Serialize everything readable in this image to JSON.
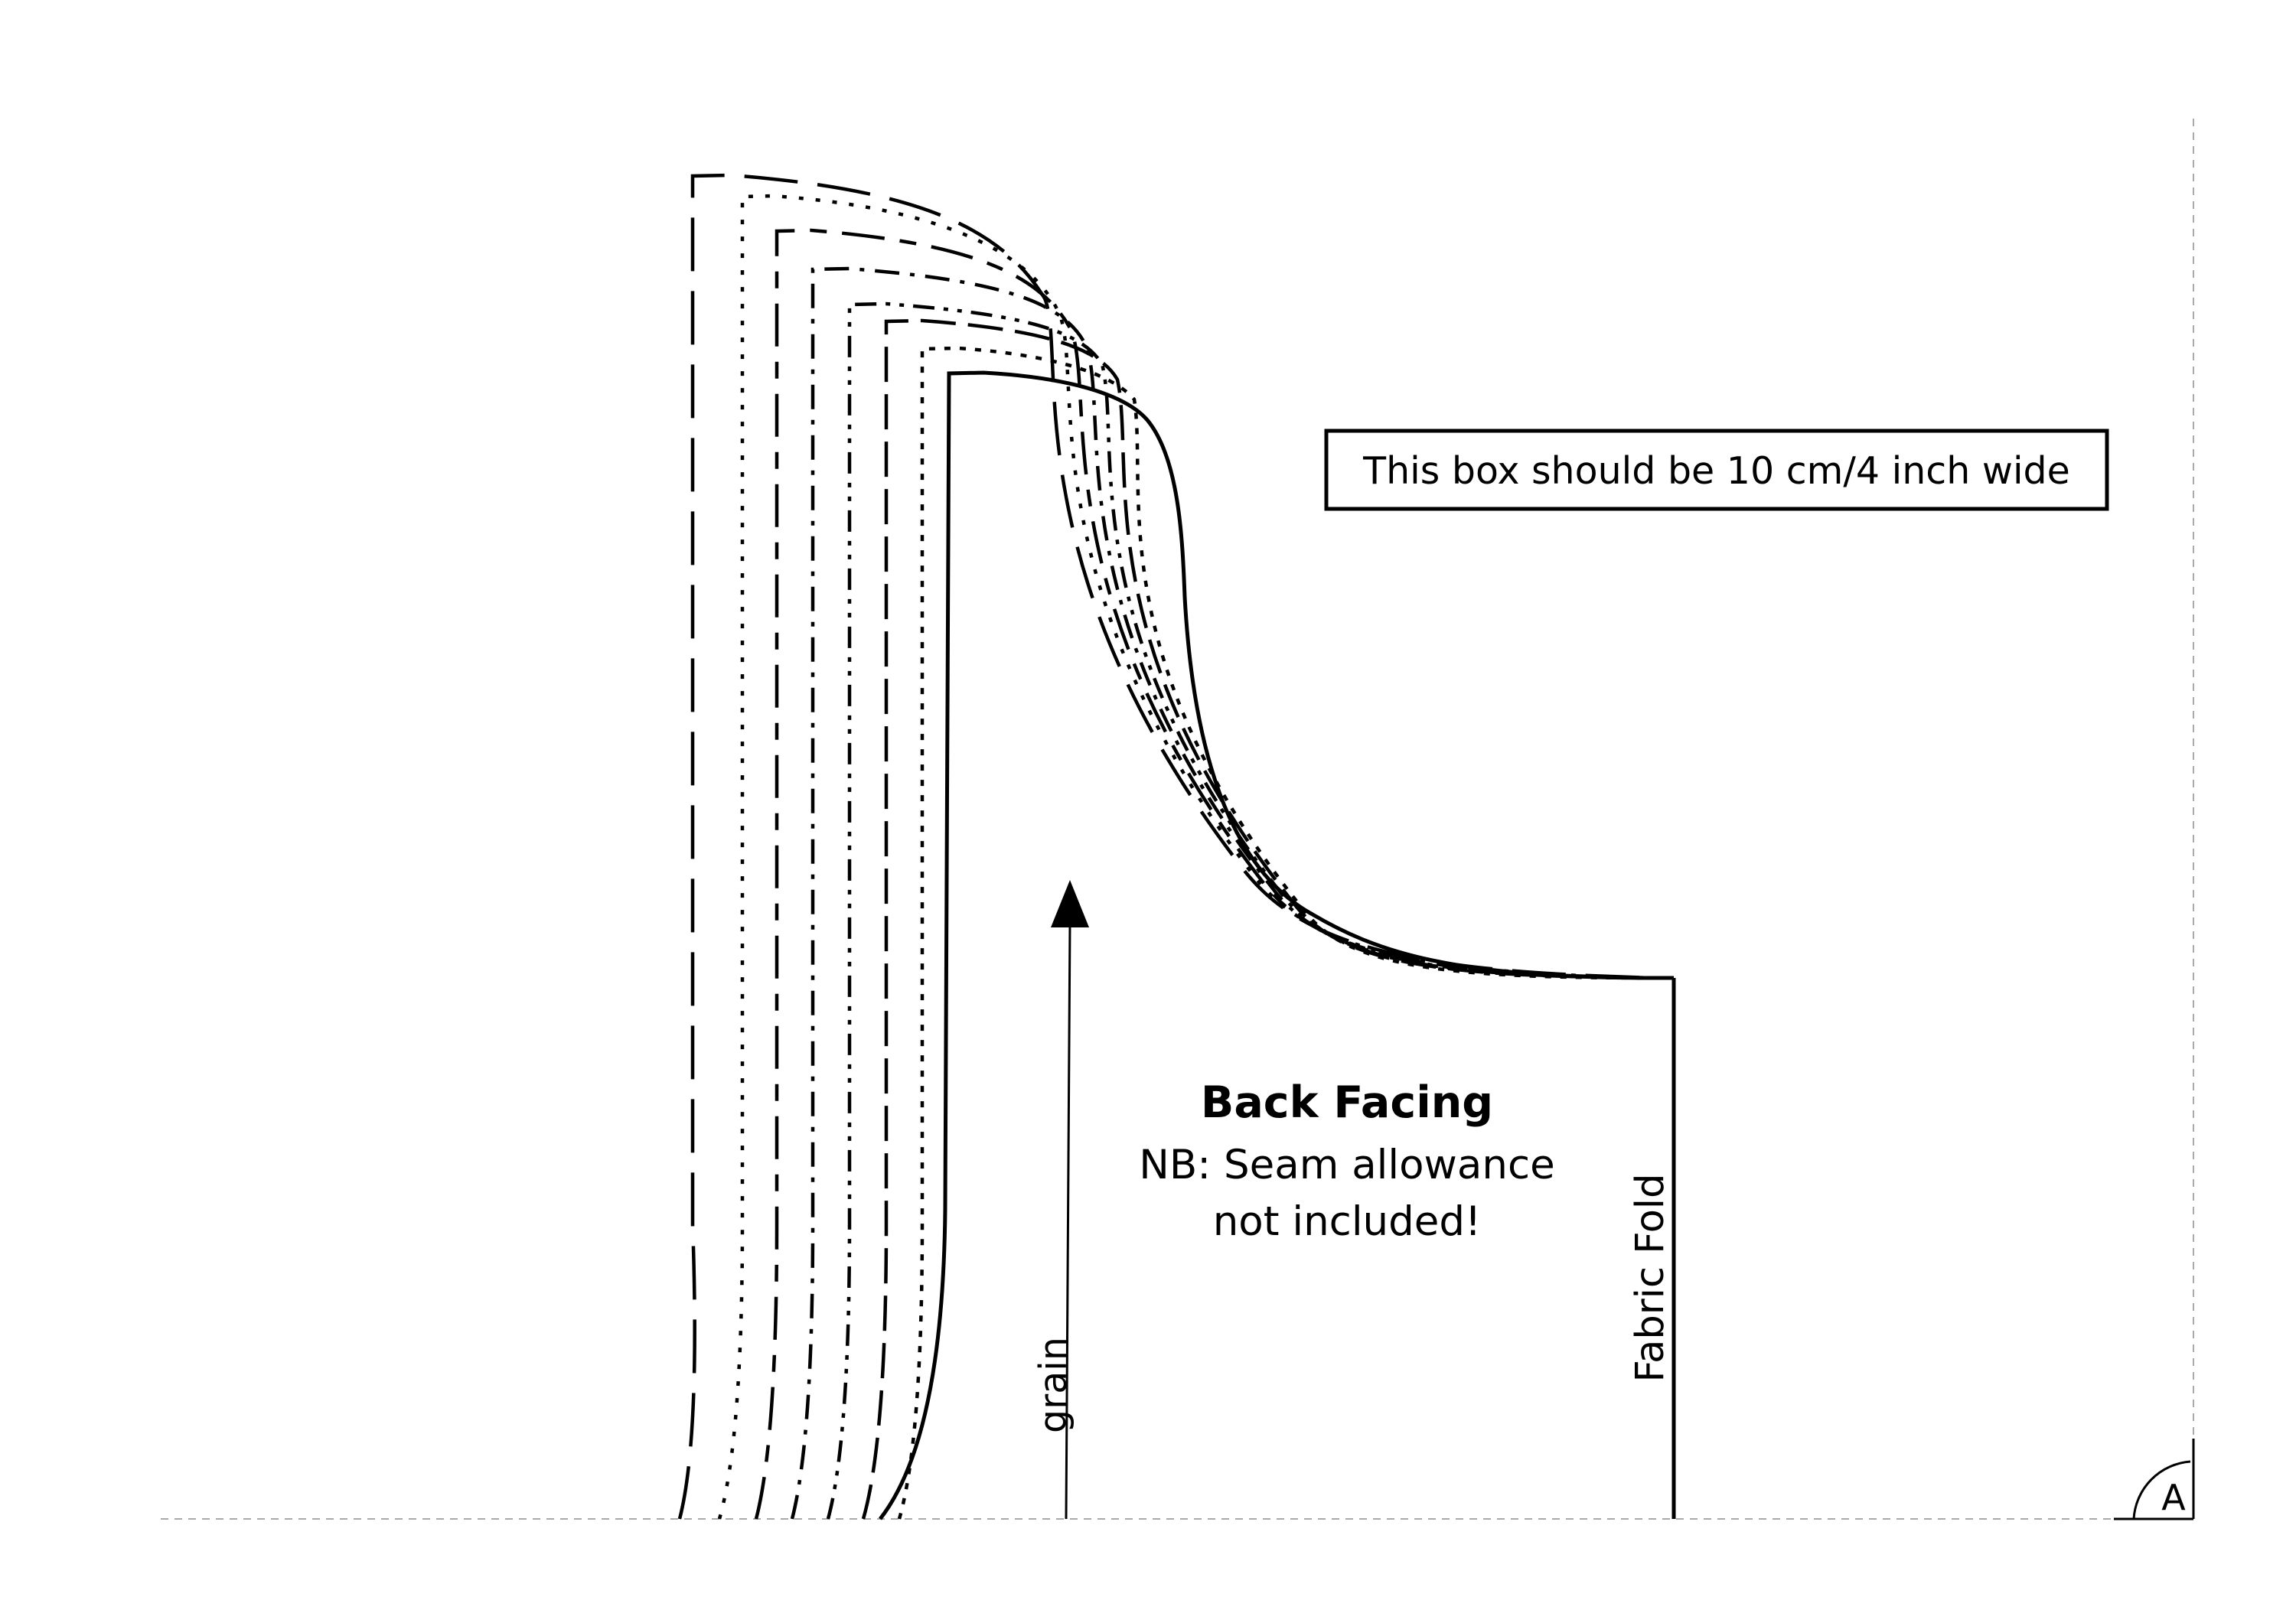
{
  "test_box": {
    "label": "This box should be 10 cm/4 inch wide"
  },
  "piece": {
    "title": "Back Facing",
    "note_line1": "NB: Seam allowance",
    "note_line2": "not included!",
    "grain_label": "grain",
    "fold_label": "Fabric Fold"
  },
  "page_marker": {
    "letter": "A"
  },
  "size_lines": [
    {
      "style": "long-dash"
    },
    {
      "style": "dotted"
    },
    {
      "style": "long-short-dash"
    },
    {
      "style": "dash-dot"
    },
    {
      "style": "dash-dot-dot"
    },
    {
      "style": "medium-dash"
    },
    {
      "style": "fine-dot"
    },
    {
      "style": "solid"
    }
  ]
}
